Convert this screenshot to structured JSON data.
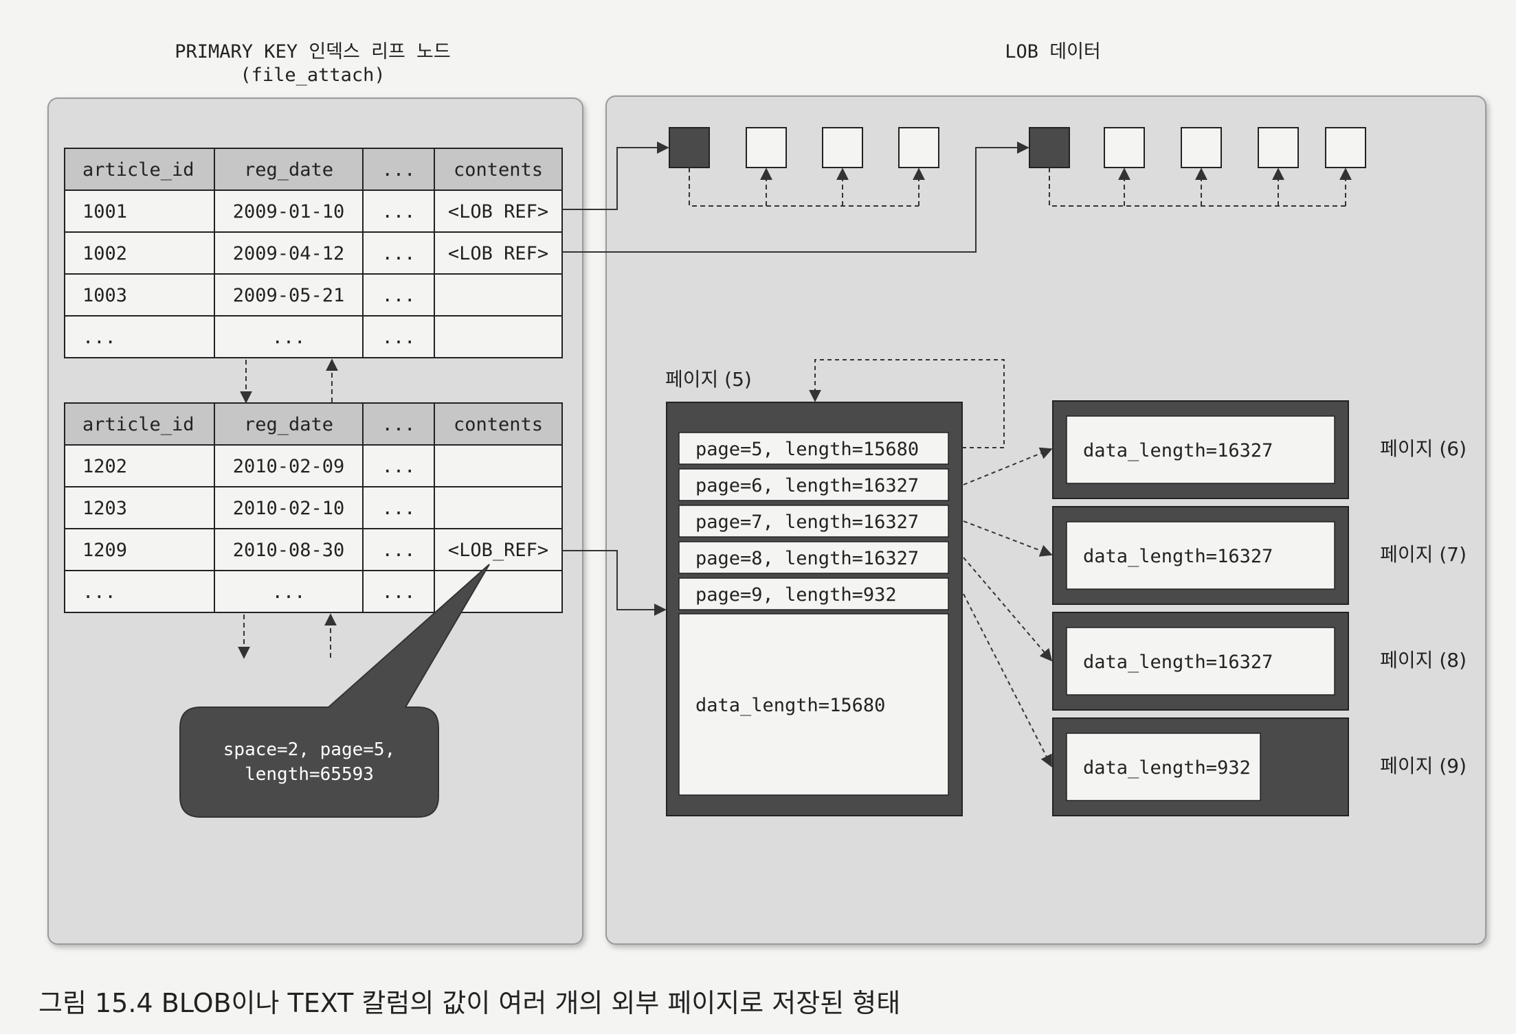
{
  "left_panel": {
    "title_line1": "PRIMARY KEY 인덱스 리프 노드",
    "title_line2": "(file_attach)",
    "table1": {
      "headers": [
        "article_id",
        "reg_date",
        "...",
        "contents"
      ],
      "rows": [
        [
          "1001",
          "2009-01-10",
          "...",
          "<LOB REF>"
        ],
        [
          "1002",
          "2009-04-12",
          "...",
          "<LOB REF>"
        ],
        [
          "1003",
          "2009-05-21",
          "...",
          ""
        ],
        [
          "...",
          "...",
          "...",
          ""
        ]
      ]
    },
    "table2": {
      "headers": [
        "article_id",
        "reg_date",
        "...",
        "contents"
      ],
      "rows": [
        [
          "1202",
          "2010-02-09",
          "...",
          ""
        ],
        [
          "1203",
          "2010-02-10",
          "...",
          ""
        ],
        [
          "1209",
          "2010-08-30",
          "...",
          "<LOB_REF>"
        ],
        [
          "...",
          "...",
          "...",
          ""
        ]
      ]
    },
    "callout_line1": "space=2, page=5,",
    "callout_line2": "length=65593"
  },
  "right_panel": {
    "title": "LOB 데이터",
    "page5": {
      "label": "페이지 (5)",
      "entries": [
        "page=5, length=15680",
        "page=6, length=16327",
        "page=7, length=16327",
        "page=8, length=16327",
        "page=9, length=932"
      ],
      "data": "data_length=15680"
    },
    "pages": [
      {
        "label": "페이지 (6)",
        "data": "data_length=16327"
      },
      {
        "label": "페이지 (7)",
        "data": "data_length=16327"
      },
      {
        "label": "페이지 (8)",
        "data": "data_length=16327"
      },
      {
        "label": "페이지 (9)",
        "data": "data_length=932"
      }
    ]
  },
  "caption": "그림 15.4 BLOB이나 TEXT 칼럼의 값이 여러 개의 외부 페이지로 저장된 형태",
  "colors": {
    "panel": "#dcdcdc",
    "dark": "#4a4a4a",
    "header": "#c6c6c6",
    "line": "#333333"
  }
}
